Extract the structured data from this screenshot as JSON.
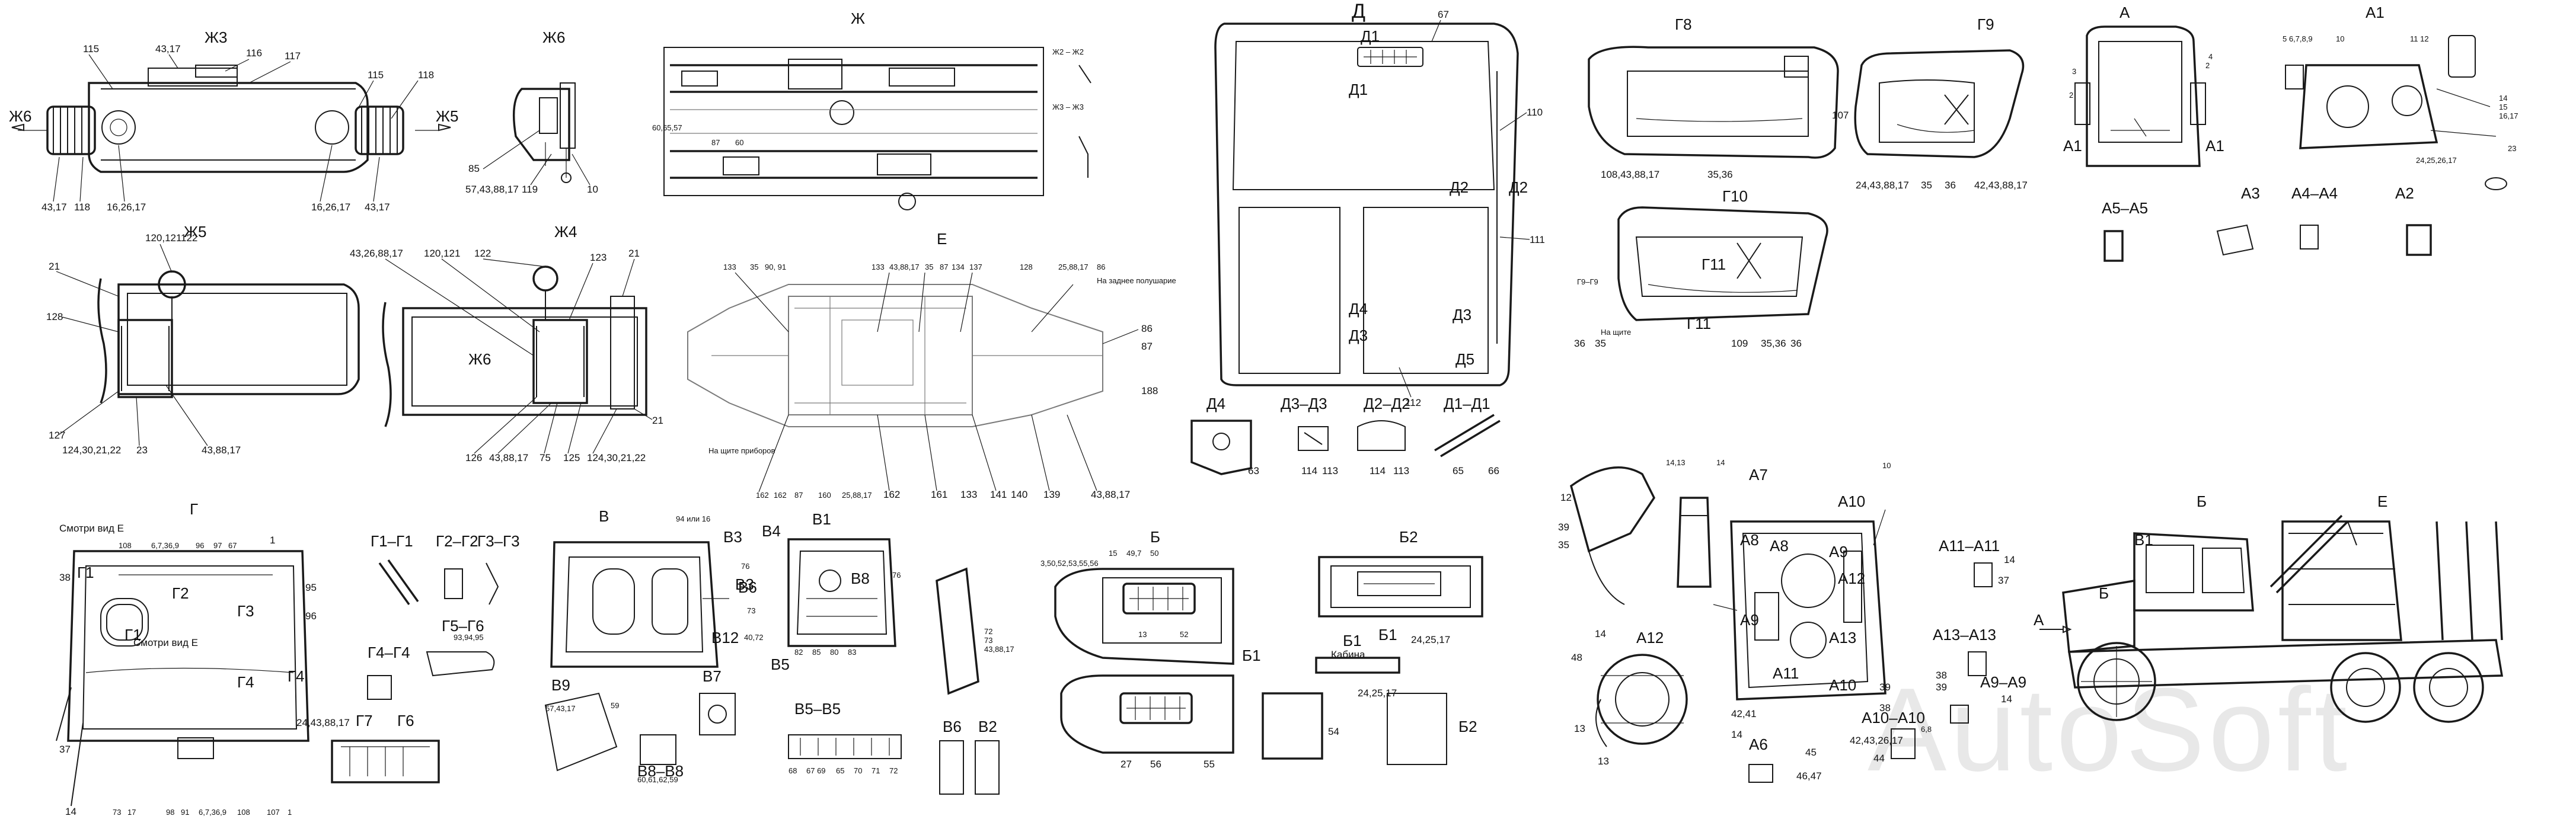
{
  "watermark": "AutoSoft",
  "views": {
    "zh3": "Ж3",
    "zh6": "Ж6",
    "zh": "Ж",
    "d": "Д",
    "g8": "Г8",
    "g9": "Г9",
    "g10": "Г10",
    "a": "А",
    "a1": "А1",
    "zh5": "Ж5",
    "zh4": "Ж4",
    "e": "Е",
    "g": "Г",
    "v": "В",
    "b": "Б",
    "b2": "Б2",
    "a7": "А7",
    "a10": "А10",
    "a12": "А12"
  },
  "text": {
    "smotri_vid_e1": "Смотри вид Е",
    "smotri_vid_e2": "Смотри вид Е",
    "na_shchite": "На щите",
    "na_shchite_priborov": "На щите приборов",
    "na_zadnee_polushariye": "На заднее полушарие",
    "kabina": "Кабина",
    "ili_16": "94 или 16"
  },
  "callouts": {
    "p115a": "115",
    "p4317a": "43,17",
    "p116": "116",
    "p117": "117",
    "p115b": "115",
    "p118a": "118",
    "p118b": "118",
    "p4317b": "43,17",
    "p162617a": "16,26,17",
    "p162617b": "16,26,17",
    "p4317c": "43,17",
    "p85": "85",
    "p119": "119",
    "p10": "10",
    "p5743": "57,43,88,17",
    "p120a": "120,121",
    "p122a": "122",
    "p128": "128",
    "p21a": "21",
    "p127": "127",
    "p124a": "124,30,21,22",
    "p23": "23",
    "p4388a": "43,88,17",
    "p4326": "43,26,88,17",
    "p120b": "120,121",
    "p122b": "122",
    "p123": "123",
    "p21b": "21",
    "p126": "126",
    "p4388b": "43,88,17",
    "p75": "75",
    "p125": "125",
    "p124b": "124,30,21,22",
    "p21c": "21",
    "p67": "67",
    "p110": "110",
    "p111": "111",
    "p112": "112",
    "p63": "63",
    "p114a": "114",
    "p113a": "113",
    "p114b": "114",
    "p113b": "113",
    "p65": "65",
    "p66": "66",
    "p108": "108,43,88,17",
    "p3536a": "35,36",
    "p107": "107",
    "p2443": "24,43,88,17",
    "p35": "35",
    "p36": "36",
    "p4243": "42,43,88,17",
    "p109": "109",
    "p3536b": "35,36",
    "p36b": "36",
    "p35b": "35",
    "p1413": "14,13",
    "p12": "12",
    "p39": "39",
    "p35c": "35",
    "p14a": "14",
    "p48": "48",
    "p13": "13",
    "p4241": "42,41",
    "p45": "45",
    "p4647": "46,47",
    "p14b": "14",
    "p42432": "42,43,26,17",
    "p44": "44",
    "p37": "37",
    "p38": "38",
    "p14c": "14",
    "p10b": "10",
    "p133": "133",
    "p161": "161",
    "p162": "162",
    "p141": "141",
    "p140": "140",
    "p139": "139",
    "p43887": "43,88,17",
    "p86": "86",
    "p87": "87",
    "p188": "188",
    "p2422": "24,25,17",
    "p27": "27",
    "p56": "56",
    "p55": "55",
    "p54": "54",
    "p2425": "24,25,17"
  }
}
